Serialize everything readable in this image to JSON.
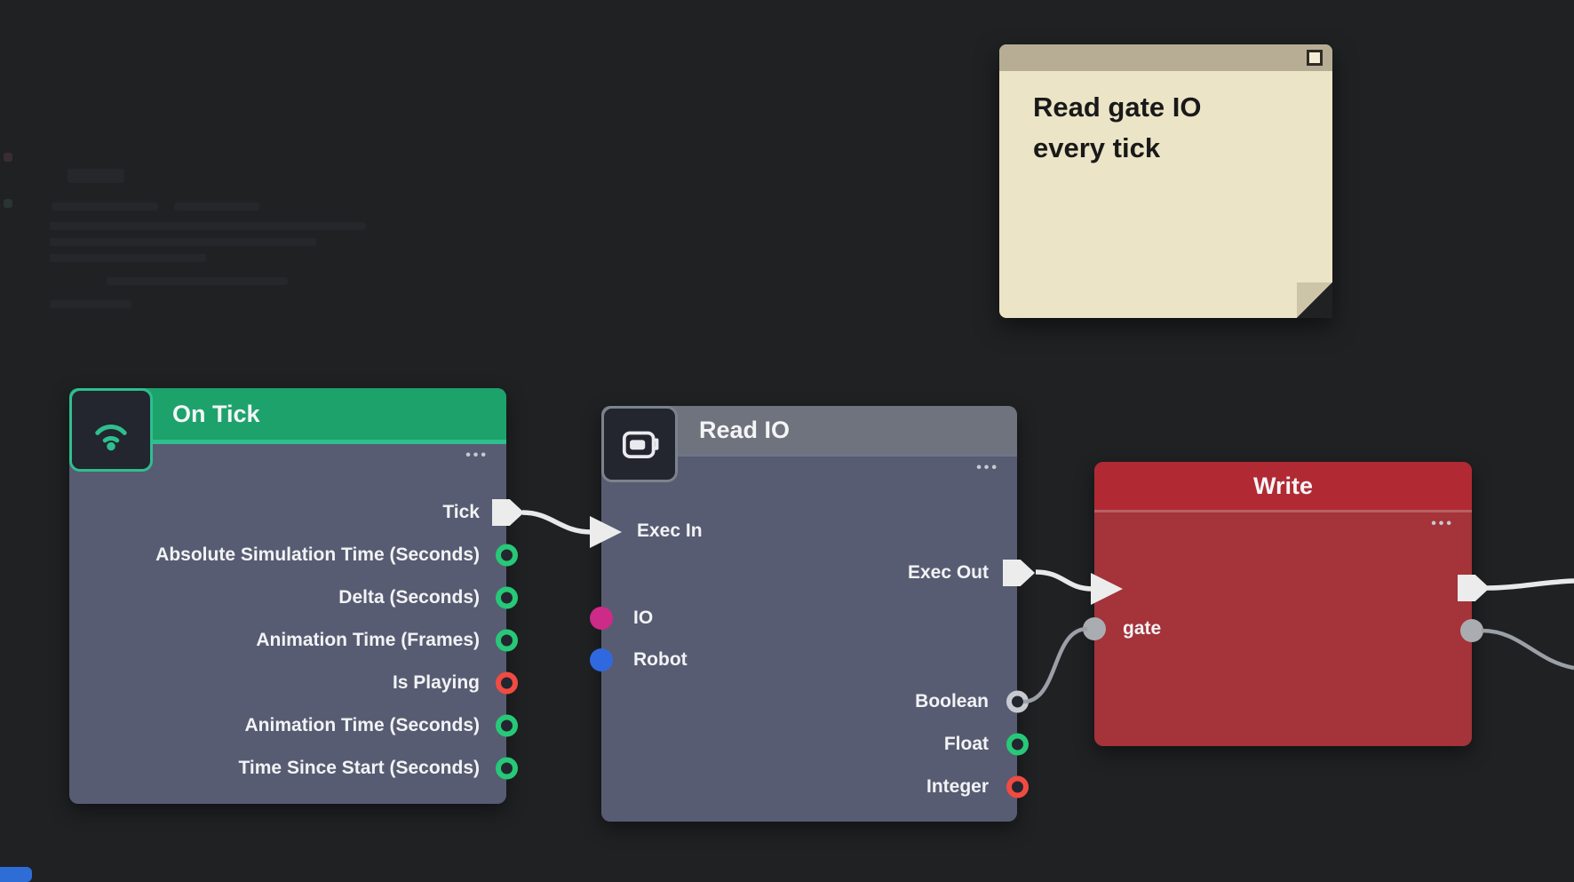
{
  "canvas": {
    "background_color": "#1f2123",
    "wire_exec_color": "#e9e9e9",
    "wire_data_color": "#9ba0a7"
  },
  "sticky_note": {
    "text": "Read gate IO\nevery tick",
    "body_color": "#ebe4c6",
    "header_color": "#b7ad94",
    "corner_icon": "square-icon"
  },
  "nodes": {
    "on_tick": {
      "title": "On Tick",
      "icon": "signal-icon",
      "menu_dots": "•••",
      "header_color": "#1da26c",
      "accent_color": "#2fbf8f",
      "body_color": "#575c72",
      "outputs": [
        {
          "label": "Tick",
          "type": "exec",
          "pin_color": "#ececec"
        },
        {
          "label": "Absolute Simulation Time (Seconds)",
          "type": "data",
          "pin_color": "#27c878"
        },
        {
          "label": "Delta (Seconds)",
          "type": "data",
          "pin_color": "#27c878"
        },
        {
          "label": "Animation Time (Frames)",
          "type": "data",
          "pin_color": "#27c878"
        },
        {
          "label": "Is Playing",
          "type": "data",
          "pin_color": "#f04b42"
        },
        {
          "label": "Animation Time (Seconds)",
          "type": "data",
          "pin_color": "#27c878"
        },
        {
          "label": "Time Since Start (Seconds)",
          "type": "data",
          "pin_color": "#27c878"
        }
      ]
    },
    "read_io": {
      "title": "Read IO",
      "icon": "robot-icon",
      "menu_dots": "•••",
      "header_color": "#6e737d",
      "body_color": "#575c72",
      "inputs": [
        {
          "label": "Exec In",
          "type": "exec",
          "pin_color": "#ececec"
        },
        {
          "label": "IO",
          "type": "data",
          "pin_color": "#ce2a87",
          "connected": true
        },
        {
          "label": "Robot",
          "type": "data",
          "pin_color": "#3069df",
          "connected": true
        }
      ],
      "outputs": [
        {
          "label": "Exec Out",
          "type": "exec",
          "pin_color": "#ececec"
        },
        {
          "label": "Boolean",
          "type": "data",
          "pin_color": "#c7cad0"
        },
        {
          "label": "Float",
          "type": "data",
          "pin_color": "#27c878"
        },
        {
          "label": "Integer",
          "type": "data",
          "pin_color": "#f04b42"
        }
      ]
    },
    "write": {
      "title": "Write",
      "menu_dots": "•••",
      "header_color": "#b12a33",
      "body_color": "#a4333a",
      "inputs": [
        {
          "label": "gate",
          "type": "data",
          "pin_color": "#a9adb2",
          "connected": true
        }
      ],
      "outputs": [
        {
          "label": "",
          "type": "exec",
          "pin_color": "#ececec"
        },
        {
          "label": "",
          "type": "data",
          "pin_color": "#a9adb2"
        }
      ]
    }
  },
  "connections": [
    {
      "from": "On Tick.Tick",
      "to": "Read IO.Exec In",
      "type": "exec"
    },
    {
      "from": "Read IO.Exec Out",
      "to": "Write.exec-in",
      "type": "exec"
    },
    {
      "from": "Read IO.Boolean",
      "to": "Write.gate",
      "type": "data"
    },
    {
      "from": "Write.exec-out",
      "to": "offscreen-right",
      "type": "exec"
    },
    {
      "from": "Write.data-out",
      "to": "offscreen-right",
      "type": "data"
    }
  ]
}
